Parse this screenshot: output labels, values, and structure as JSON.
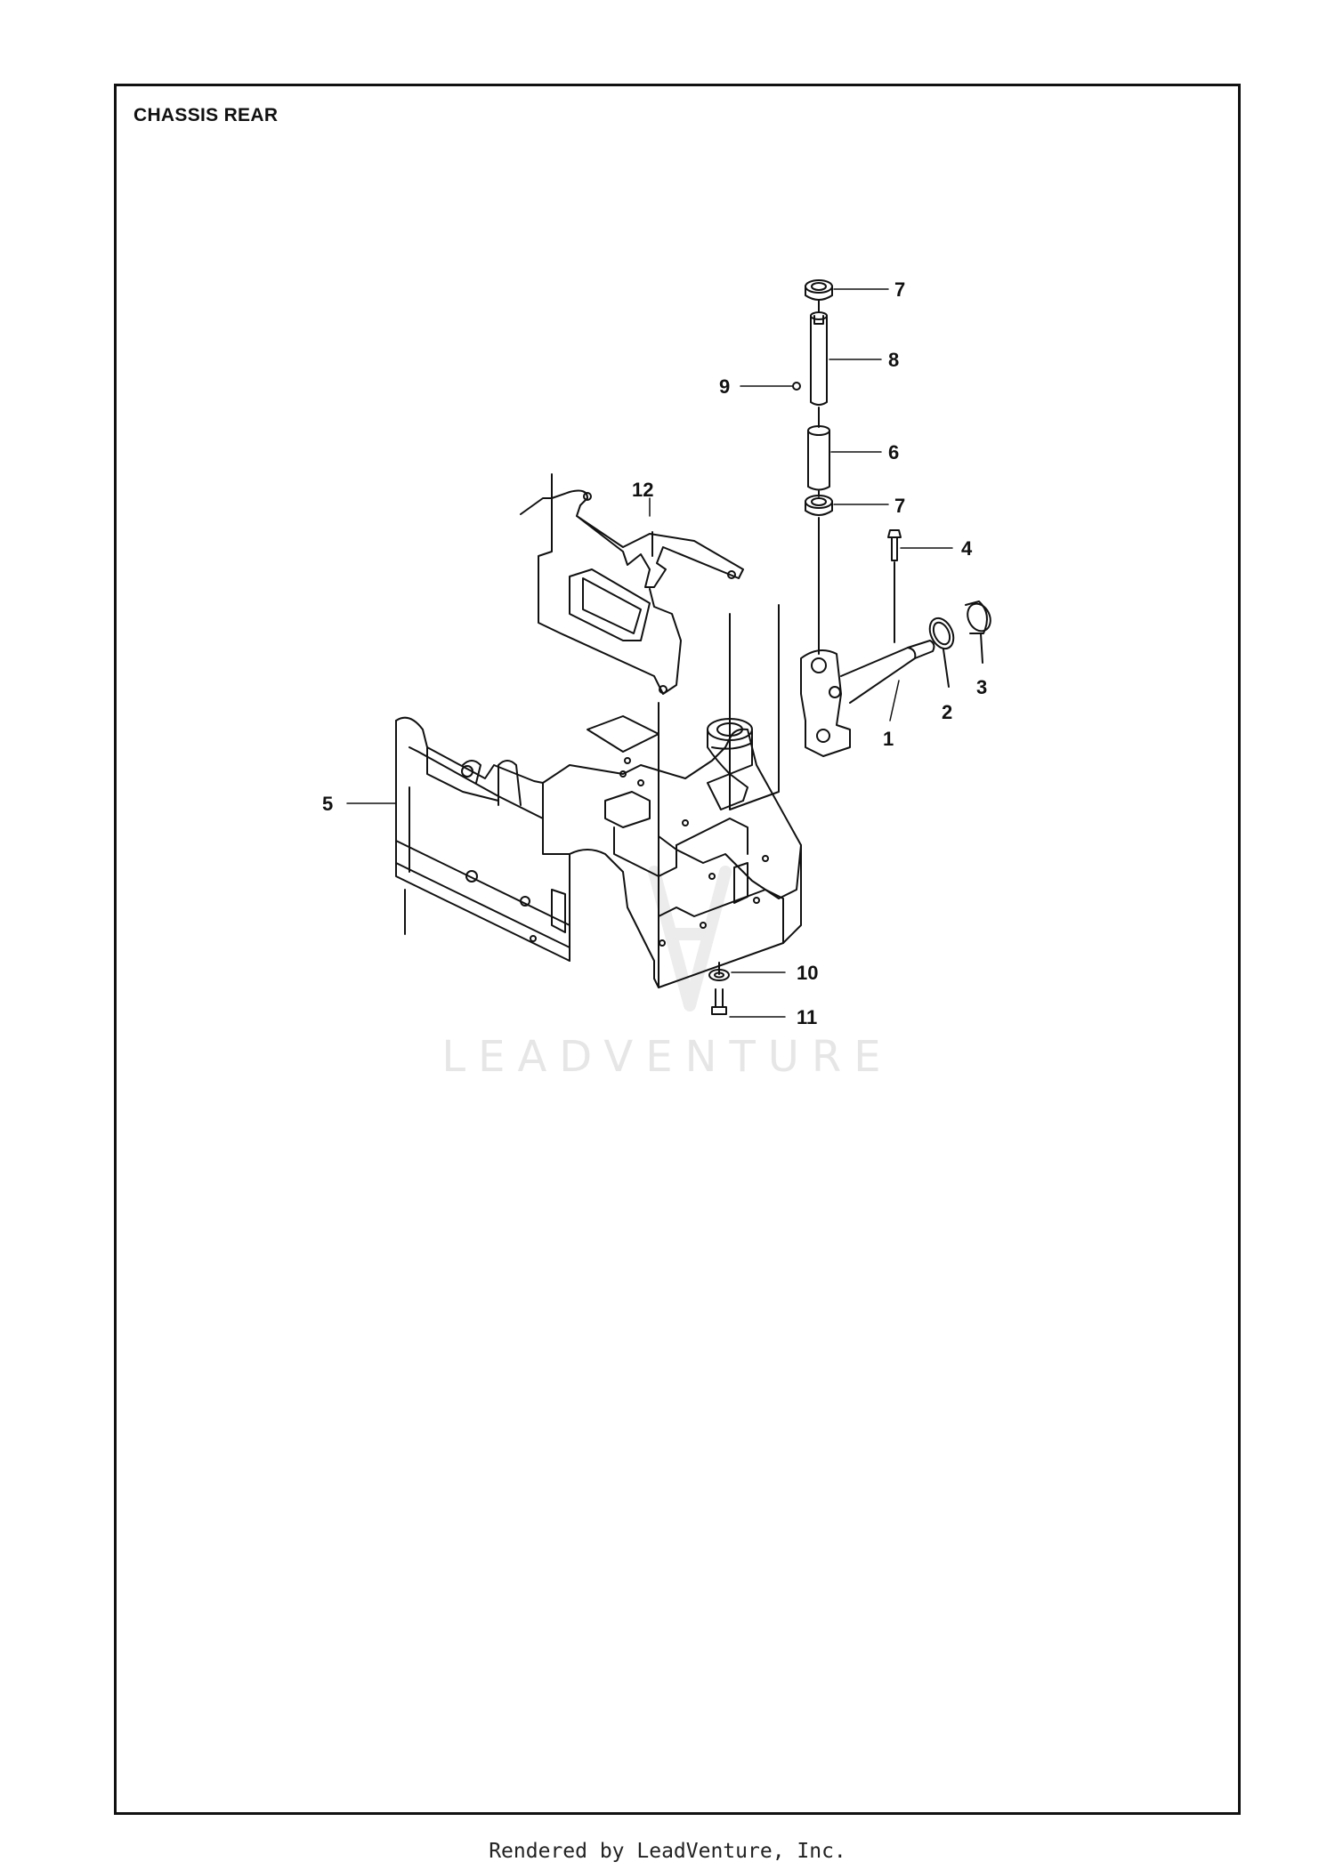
{
  "title": "CHASSIS REAR",
  "watermark": "LEADVENTURE",
  "footer": "Rendered by LeadVenture, Inc.",
  "callouts": [
    {
      "id": "1",
      "label": "1"
    },
    {
      "id": "2",
      "label": "2"
    },
    {
      "id": "3",
      "label": "3"
    },
    {
      "id": "4",
      "label": "4"
    },
    {
      "id": "5",
      "label": "5"
    },
    {
      "id": "6",
      "label": "6"
    },
    {
      "id": "7a",
      "label": "7"
    },
    {
      "id": "7b",
      "label": "7"
    },
    {
      "id": "8",
      "label": "8"
    },
    {
      "id": "9",
      "label": "9"
    },
    {
      "id": "10",
      "label": "10"
    },
    {
      "id": "11",
      "label": "11"
    },
    {
      "id": "12",
      "label": "12"
    }
  ]
}
